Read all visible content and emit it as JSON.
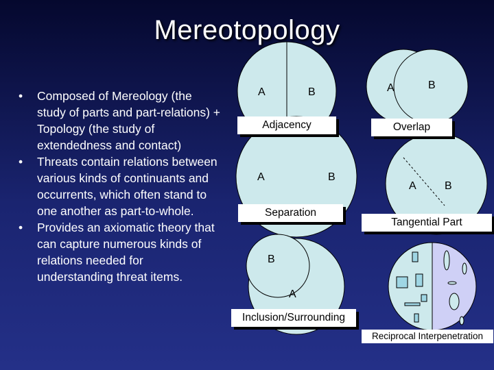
{
  "slide": {
    "title": "Mereotopology",
    "bullets": [
      "Composed of Mereology (the study of parts and part-relations) + Topology (the study of extendedness and contact)",
      "Threats contain relations between various kinds of continuants and occurrents, which often stand to one another as part-to-whole.",
      "Provides an axiomatic theory that can capture numerous kinds of relations needed for understanding threat items."
    ]
  },
  "diagrams": {
    "adjacency": {
      "label": "Adjacency",
      "a": "A",
      "b": "B"
    },
    "overlap": {
      "label": "Overlap",
      "a": "A",
      "b": "B"
    },
    "separation": {
      "label": "Separation",
      "a": "A",
      "b": "B"
    },
    "tangential_part": {
      "label": "Tangential Part",
      "a": "A",
      "b": "B"
    },
    "inclusion": {
      "label": "Inclusion/Surrounding",
      "a": "A",
      "b": "B"
    },
    "reciprocal": {
      "label": "Reciprocal Interpenetration"
    }
  },
  "colors": {
    "circle_fill": "#cde9ec",
    "circle_fill_lavender": "#cfd0f6",
    "shape_fill": "#9fd6e4",
    "label_bg": "#ffffff"
  }
}
